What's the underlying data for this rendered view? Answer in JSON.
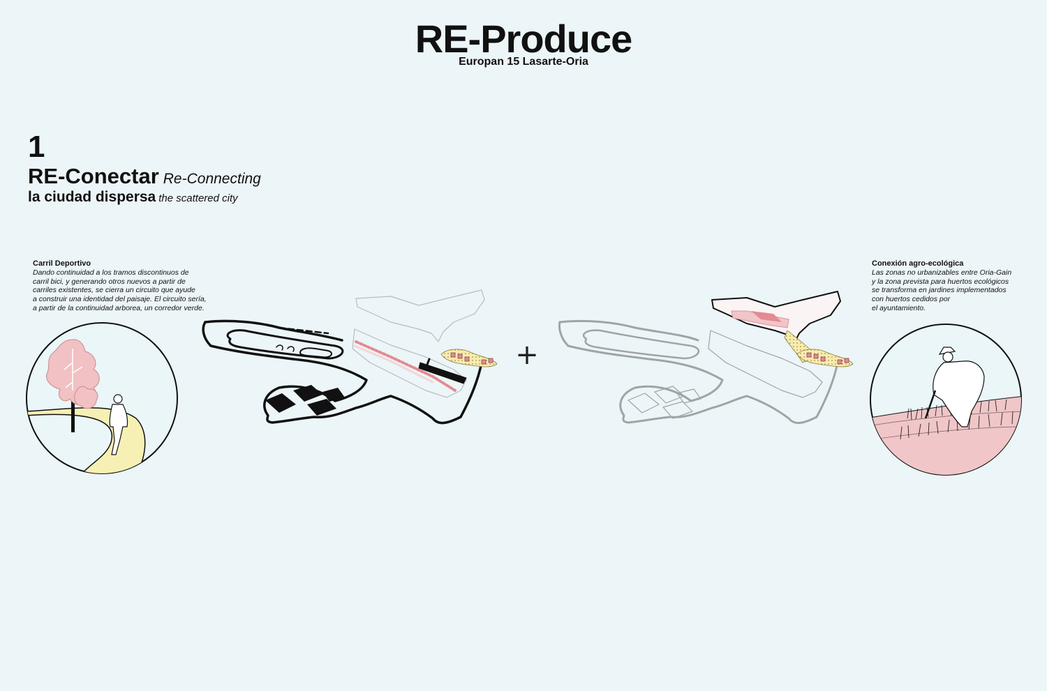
{
  "header": {
    "title": "RE-Produce",
    "subtitle": "Europan 15 Lasarte-Oria"
  },
  "section": {
    "number": "1",
    "heading_es": "RE-Conectar",
    "heading_en": "Re-Connecting",
    "subheading_es": "la ciudad dispersa",
    "subheading_en": "the scattered city"
  },
  "notes": {
    "left": {
      "title": "Carril Deportivo",
      "lines": [
        "Dando continuidad a los tramos discontinuos de",
        "carril bici, y generando otros nuevos a partir de",
        "carriles existentes, se cierra un circuito que ayude",
        "a construir una identidad del paisaje. El circuito sería,",
        "a partir de la continuidad arborea, un corredor verde."
      ]
    },
    "right": {
      "title": "Conexión agro-ecológica",
      "lines": [
        "Las zonas no urbanizables entre Oria-Gain",
        "y la zona prevista para huertos ecológicos",
        "se transforma en jardines implementados",
        "con huertos cedidos por",
        "el ayuntamiento."
      ]
    }
  },
  "diagram": {
    "operator_symbol": "+",
    "colors": {
      "background": "#ecf5f7",
      "tree_pink": "#f1c1c4",
      "path_yellow": "#f6f0b4",
      "field_pink": "#f0c6c8",
      "accent_red": "#e28b93",
      "ink": "#111111",
      "grey_line": "#9aa0a3"
    }
  }
}
